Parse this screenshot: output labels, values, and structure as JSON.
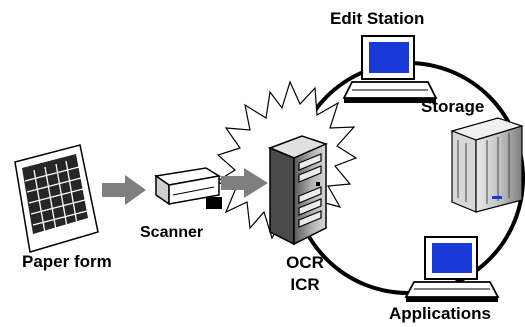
{
  "nodes": {
    "edit_station": "Edit Station",
    "storage": "Storage",
    "scanner": "Scanner",
    "paper_form": "Paper form",
    "ocr_line1": "OCR",
    "ocr_line2": "ICR",
    "applications": "Applications"
  },
  "colors": {
    "screen": "#1a3ad8",
    "outline": "#000000",
    "device_fill": "#ffffff",
    "server_gray": "#9a9a9a",
    "arrow_gray": "#7f7f7f"
  }
}
